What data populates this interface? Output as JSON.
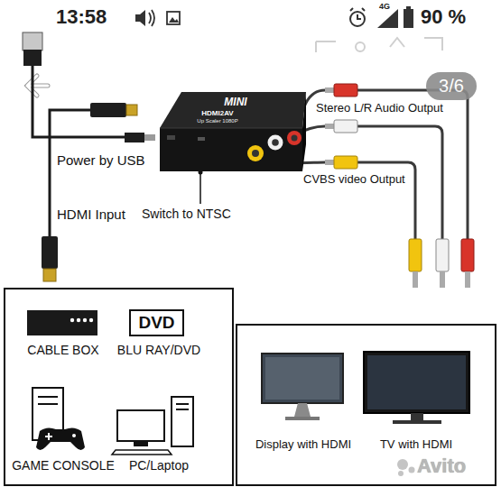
{
  "diagram": {
    "nodes": [
      {
        "text": [
          "3/6"
        ]
      },
      {
        "text": [
          "MINI",
          "HDMI2AV",
          "Up Scaler 1080P"
        ]
      },
      {
        "text": [
          "DVD"
        ]
      }
    ],
    "labels": [
      "13:58",
      "4G",
      "90 %",
      "Power by USB",
      "HDMI Input",
      "Switch to NTSC",
      "Stereo L/R Audio Output",
      "CVBS video Output",
      "CABLE BOX",
      "BLU RAY/DVD",
      "GAME CONSOLE",
      "PC/Laptop",
      "Display with HDMI",
      "TV with HDMI",
      "Avito"
    ]
  }
}
